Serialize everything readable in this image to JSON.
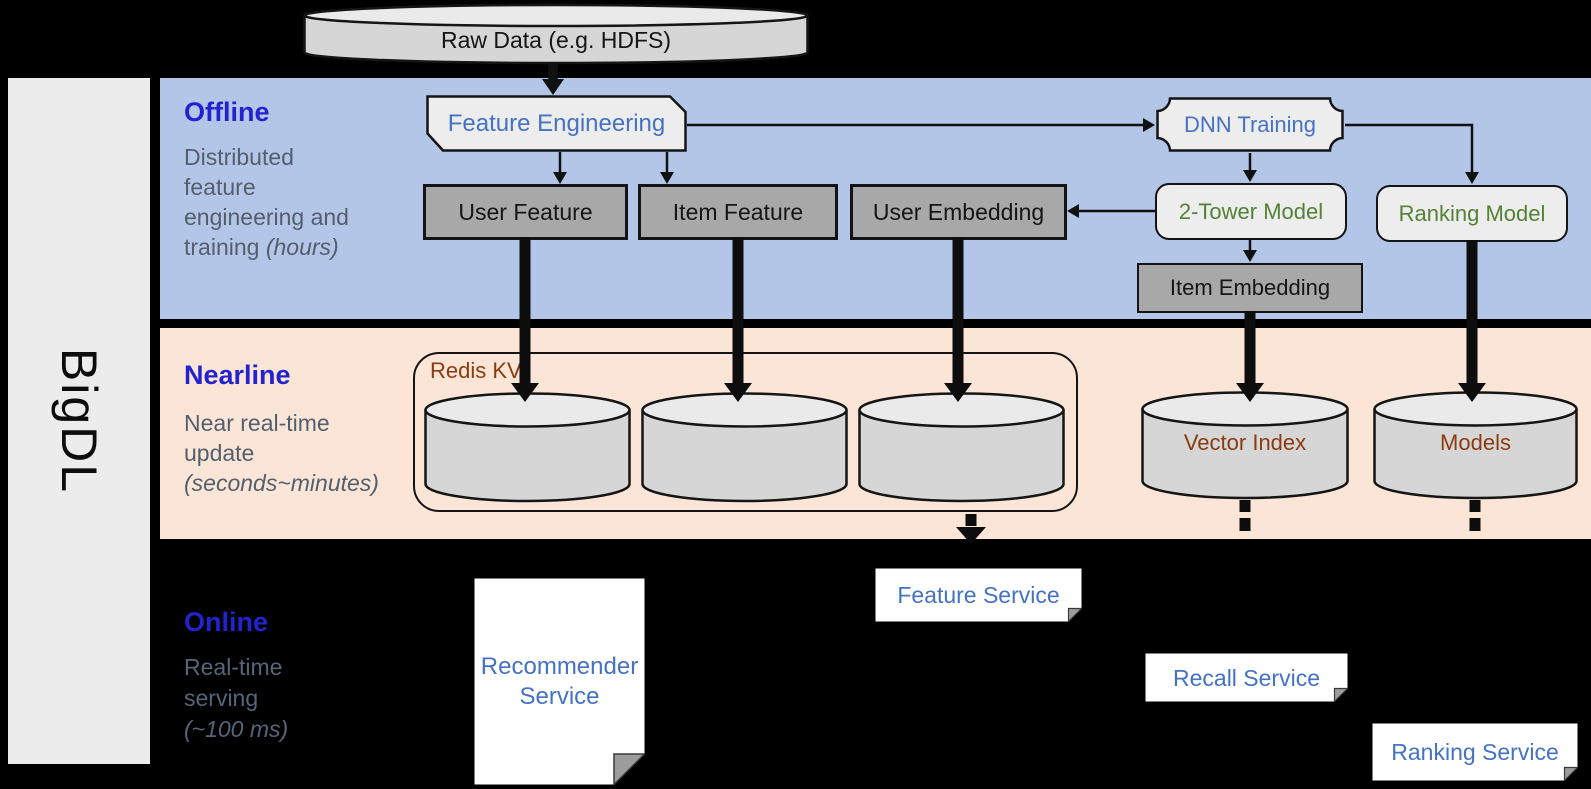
{
  "brand": {
    "label": "BigDL"
  },
  "lanes": {
    "offline": {
      "title": "Offline",
      "lines": [
        "Distributed",
        "feature",
        "engineering and",
        "training"
      ],
      "italic": "(hours)"
    },
    "nearline": {
      "title": "Nearline",
      "lines": [
        "Near real-time",
        "update"
      ],
      "italic": "(seconds~minutes)"
    },
    "online": {
      "title": "Online",
      "lines": [
        "Real-time",
        "serving"
      ],
      "italic": "(~100 ms)"
    }
  },
  "nodes": {
    "raw_data": {
      "label": "Raw Data (e.g. HDFS)"
    },
    "feature_engineering": {
      "label": "Feature Engineering"
    },
    "dnn_training": {
      "label": "DNN Training"
    },
    "user_feature": {
      "label": "User Feature"
    },
    "item_feature": {
      "label": "Item Feature"
    },
    "user_embedding": {
      "label": "User Embedding"
    },
    "two_tower_model": {
      "label": "2-Tower Model"
    },
    "ranking_model": {
      "label": "Ranking Model"
    },
    "item_embedding": {
      "label": "Item Embedding"
    },
    "redis_kv": {
      "label": "Redis KV"
    },
    "vector_index": {
      "label": "Vector Index"
    },
    "models": {
      "label": "Models"
    },
    "feature_service": {
      "label": "Feature Service"
    },
    "recall_service": {
      "label": "Recall Service"
    },
    "ranking_service": {
      "label": "Ranking Service"
    },
    "recommender_service": {
      "line1": "Recommender",
      "line2": "Service"
    }
  },
  "colors": {
    "band_offline": "#b3c6e7",
    "band_nearline": "#fbe5d6",
    "heading_blue": "#2222cf",
    "accent_blue": "#4472c4",
    "accent_green": "#538135",
    "accent_brown": "#8b3b10",
    "box_gray": "#a8a8a8",
    "shape_light": "#ededed",
    "cylinder_body": "#d6d6d6",
    "background": "#000000"
  }
}
